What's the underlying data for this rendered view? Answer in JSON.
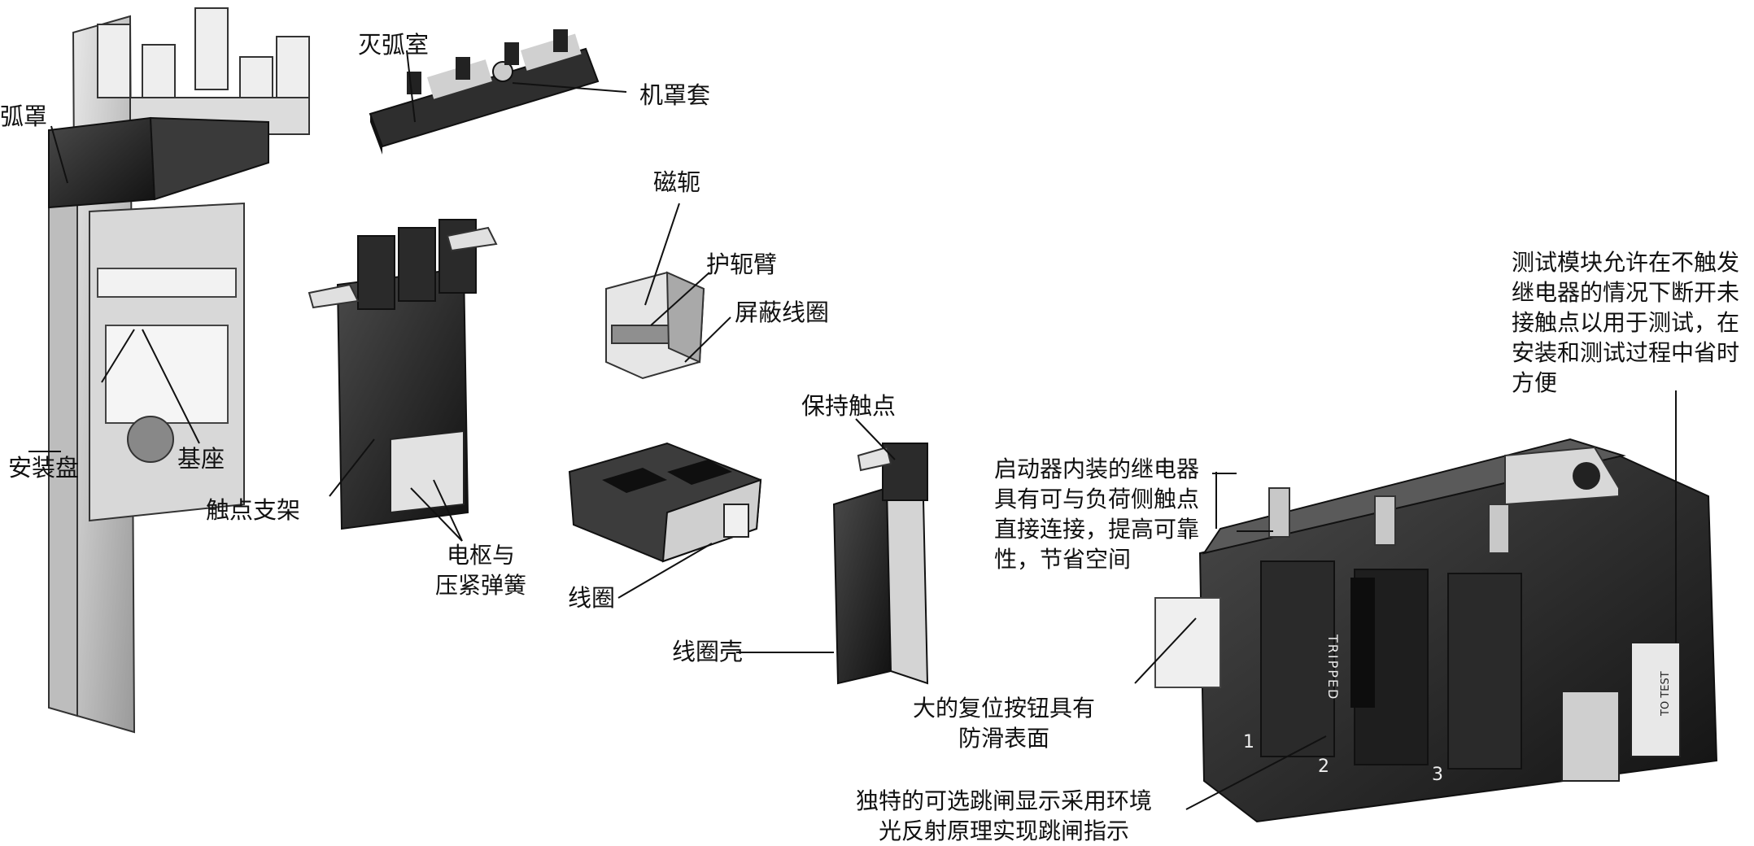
{
  "labels": {
    "arc_cover": "弧罩",
    "arc_chamber": "灭弧室",
    "machine_cover": "机罩套",
    "mounting_plate": "安装盘",
    "base": "基座",
    "magnetic_yoke": "磁轭",
    "yoke_guard_arm": "护轭臂",
    "shading_coil": "屏蔽线圈",
    "contact_holder": "触点支架",
    "armature_spring": [
      "电枢与",
      "压紧弹簧"
    ],
    "coil": "线圈",
    "holding_contact": "保持触点",
    "coil_housing": "线圈壳"
  },
  "notes": {
    "test_module": [
      "测试模块允许在不触发",
      "继电器的情况下断开未",
      "接触点以用于测试，在",
      "安装和测试过程中省时",
      "方便"
    ],
    "relay": [
      "启动器内装的继电器",
      "具有可与负荷侧触点",
      "直接连接，提高可靠",
      "性，节省空间"
    ],
    "reset_button": [
      "大的复位按钮具有",
      "防滑表面"
    ],
    "trip_indicator": [
      "独特的可选跳闸显示采用环境",
      "光反射原理实现跳闸指示"
    ]
  },
  "part_markings": {
    "tripped": "TRIPPED",
    "to_test": "TO TEST",
    "terminal_1": "1",
    "terminal_2": "2",
    "terminal_3": "3"
  }
}
